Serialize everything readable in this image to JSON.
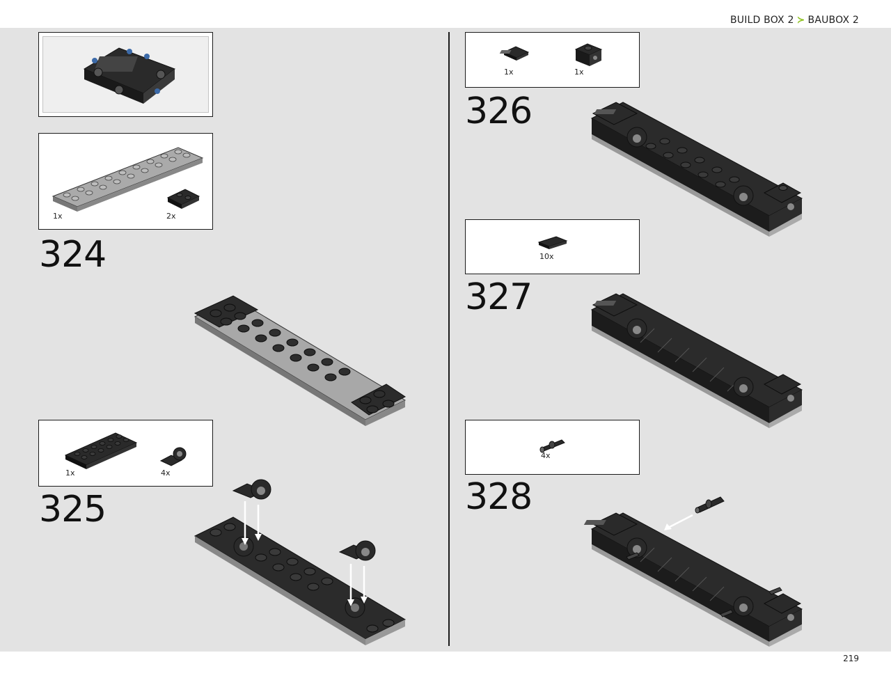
{
  "header": {
    "build_box": "BUILD BOX 2",
    "separator": "≻",
    "baubox": "BAUBOX 2",
    "accent_color": "#8dc21f"
  },
  "page_number": "219",
  "steps": [
    {
      "number": "324",
      "parts": [
        {
          "qty": "1x"
        },
        {
          "qty": "2x"
        }
      ]
    },
    {
      "number": "325",
      "parts": [
        {
          "qty": "1x"
        },
        {
          "qty": "4x"
        }
      ]
    },
    {
      "number": "326",
      "parts": [
        {
          "qty": "1x"
        },
        {
          "qty": "1x"
        }
      ]
    },
    {
      "number": "327",
      "parts": [
        {
          "qty": "10x"
        }
      ]
    },
    {
      "number": "328",
      "parts": [
        {
          "qty": "4x"
        }
      ]
    }
  ]
}
